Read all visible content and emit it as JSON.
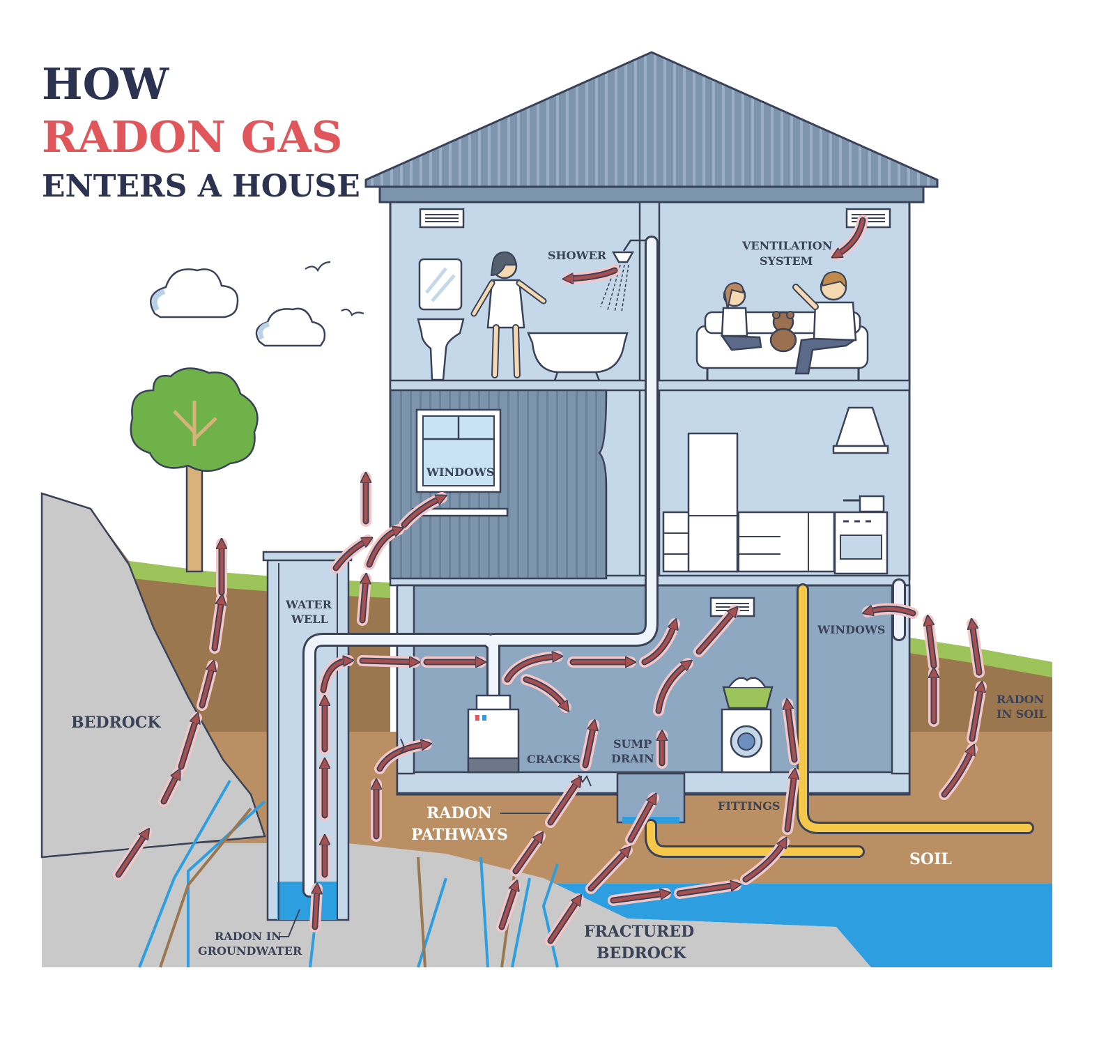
{
  "title": {
    "line1": "HOW",
    "line2": "RADON GAS",
    "line3": "ENTERS A HOUSE"
  },
  "labels": {
    "shower": "SHOWER",
    "ventilation_1": "VENTILATION",
    "ventilation_2": "SYSTEM",
    "windows_upper": "WINDOWS",
    "windows_basement": "WINDOWS",
    "water_well_1": "WATER",
    "water_well_2": "WELL",
    "bedrock": "BEDROCK",
    "cracks": "CRACKS",
    "sump_1": "SUMP",
    "sump_2": "DRAIN",
    "radon_pathways_1": "RADON",
    "radon_pathways_2": "PATHWAYS",
    "fittings": "FITTINGS",
    "soil": "SOIL",
    "radon_soil_1": "RADON",
    "radon_soil_2": "IN SOIL",
    "groundwater_1": "RADON IN",
    "groundwater_2": "GROUNDWATER",
    "fractured_1": "FRACTURED",
    "fractured_2": "BEDROCK"
  },
  "colors": {
    "title_dark": "#2b3350",
    "title_accent": "#e0565b",
    "house_wall": "#c5d8ea",
    "house_outline": "#3a4258",
    "roof": "#7d94ad",
    "basement": "#8fa8c2",
    "soil_dark": "#9b7750",
    "soil_light": "#b98f63",
    "bedrock": "#c9c9c9",
    "grass": "#9cc45a",
    "water": "#2d9fe0",
    "pipe": "#eef4fa",
    "yellow_pipe": "#f5c84b",
    "arrow_fill": "#a85050",
    "arrow_glow": "#f6c6c6"
  },
  "icons": [
    "cloud-icon",
    "bird-icon",
    "tree-icon",
    "mirror-icon",
    "sink-icon",
    "bathtub-icon",
    "showerhead-icon",
    "sofa-icon",
    "teddy-bear-icon",
    "fridge-icon",
    "range-hood-icon",
    "stove-icon",
    "boiler-icon",
    "washing-machine-icon",
    "laundry-basket-icon",
    "vent-grille-icon",
    "radon-arrow-icon"
  ]
}
